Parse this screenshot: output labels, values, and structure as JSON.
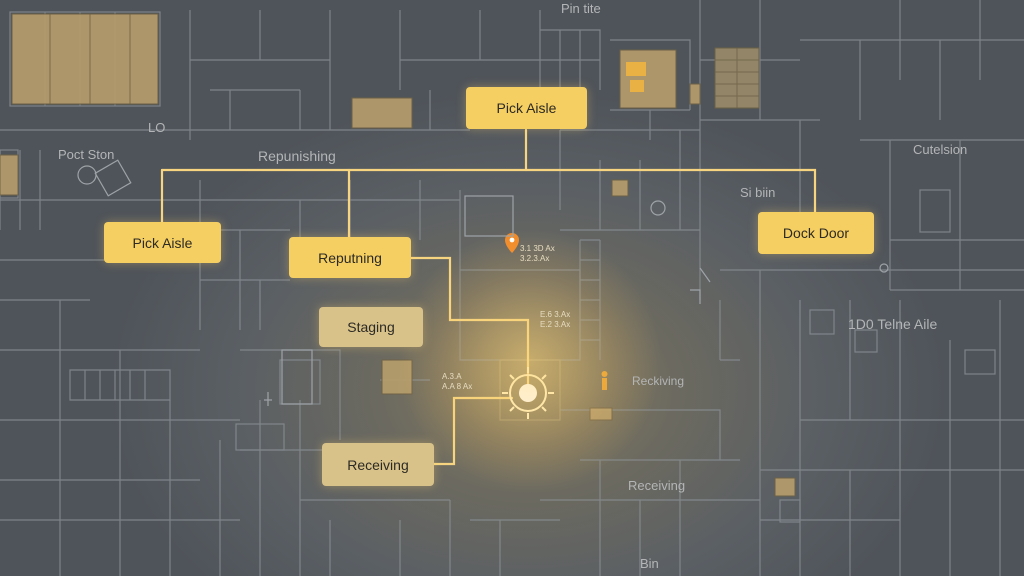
{
  "nodes": {
    "pick_aisle_top": "Pick Aisle",
    "pick_aisle_left": "Pick Aisle",
    "reputting": "Reputning",
    "dock_door": "Dock Door",
    "staging": "Staging",
    "receiving": "Receiving"
  },
  "map_labels": {
    "pin_tite": "Pin tite",
    "lo": "LO",
    "poct_ston": "Poct Ston",
    "repumishing": "Repunishing",
    "cutelsion": "Cutelsion",
    "si_biin": "Si biin",
    "tetns_aile": "1D0 Telne Aile",
    "reckiving": "Reckiving",
    "receiving_lower": "Receiving",
    "bin": "Bin"
  },
  "annotations": {
    "pin_line1": "3.1 3D Ax",
    "pin_line2": "3.2.3.Ax",
    "mid_line1": "E.6 3.Ax",
    "mid_line2": "E.2 3.Ax",
    "hub_line1": "A.3.A",
    "hub_line2": "A.A 8 Ax"
  },
  "colors": {
    "background": "#565b61",
    "grid_line": "#8d9399",
    "node_bright": "#f6cf62",
    "node_dim": "#d8c28a",
    "connector": "#f7d580",
    "hub": "#ffffff"
  }
}
